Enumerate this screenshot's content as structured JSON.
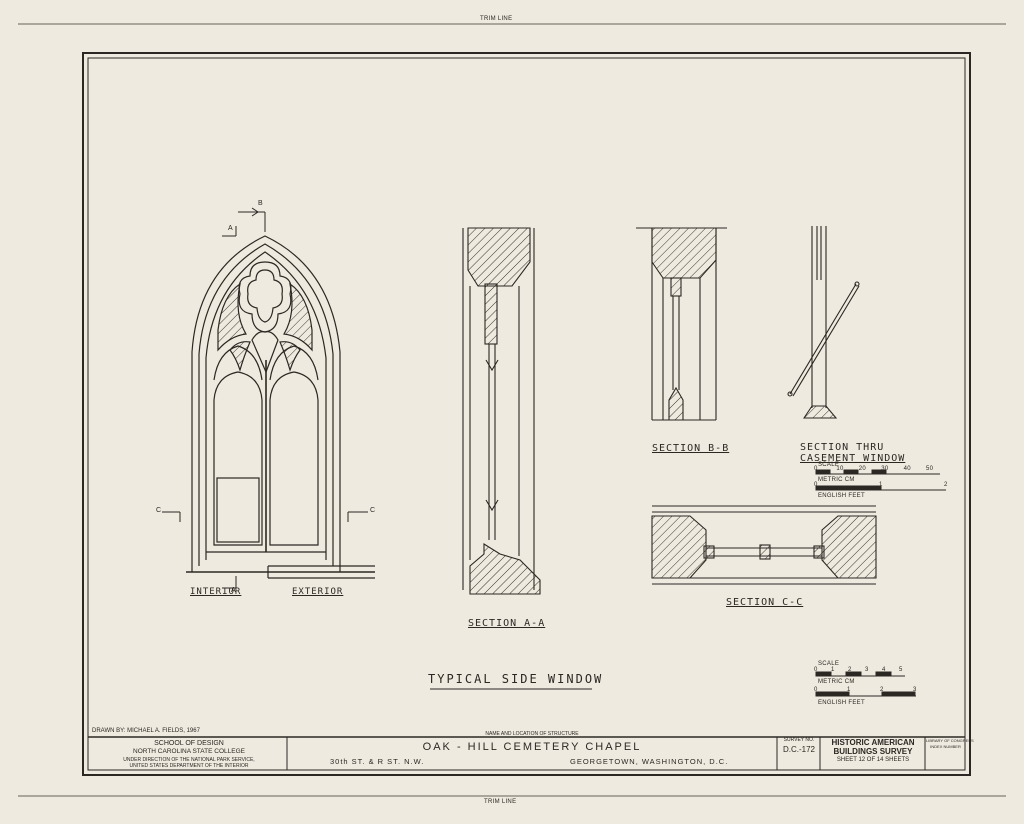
{
  "sheet": {
    "trim_line_top": "TRIM LINE",
    "trim_line_bottom": "TRIM LINE"
  },
  "drawing": {
    "title": "TYPICAL SIDE WINDOW",
    "labels": {
      "interior": "INTERIOR",
      "exterior": "EXTERIOR",
      "section_aa": "SECTION A-A",
      "section_bb": "SECTION B-B",
      "section_cc": "SECTION C-C",
      "section_casement_1": "SECTION THRU",
      "section_casement_2": "CASEMENT WINDOW",
      "cut_a": "A",
      "cut_b": "B",
      "cut_c": "C"
    },
    "scale_upper": {
      "label": "SCALE",
      "metric_ticks": [
        "0",
        "10",
        "20",
        "30",
        "40",
        "50"
      ],
      "metric_label": "METRIC  CM",
      "english_ticks": [
        "0",
        "1",
        "2"
      ],
      "english_label": "ENGLISH  FEET"
    },
    "scale_lower": {
      "label": "SCALE",
      "metric_ticks": [
        "0",
        "1",
        "2",
        "3",
        "4",
        "5"
      ],
      "metric_label": "METRIC  CM",
      "english_ticks": [
        "0",
        "1",
        "2",
        "3"
      ],
      "english_label": "ENGLISH  FEET"
    }
  },
  "title_block": {
    "drawn_by": "DRAWN BY:  MICHAEL A. FIELDS, 1967",
    "school_line1": "SCHOOL OF DESIGN",
    "school_line2": "NORTH CAROLINA STATE COLLEGE",
    "direction_line1": "UNDER DIRECTION OF THE NATIONAL PARK SERVICE,",
    "direction_line2": "UNITED STATES DEPARTMENT OF THE INTERIOR",
    "structure_caption": "NAME AND LOCATION OF STRUCTURE",
    "structure_name": "OAK - HILL   CEMETERY   CHAPEL",
    "address": "30th  ST.  &  R  ST.  N.W.",
    "city": "GEORGETOWN,   WASHINGTON,   D.C.",
    "survey_caption": "SURVEY NO.",
    "survey_no": "D.C.-172",
    "habs_line1": "HISTORIC AMERICAN",
    "habs_line2": "BUILDINGS SURVEY",
    "sheet_info": "SHEET  12  OF  14  SHEETS",
    "corner_line1": "LIBRARY OF CONGRESS",
    "corner_line2": "INDEX NUMBER"
  }
}
